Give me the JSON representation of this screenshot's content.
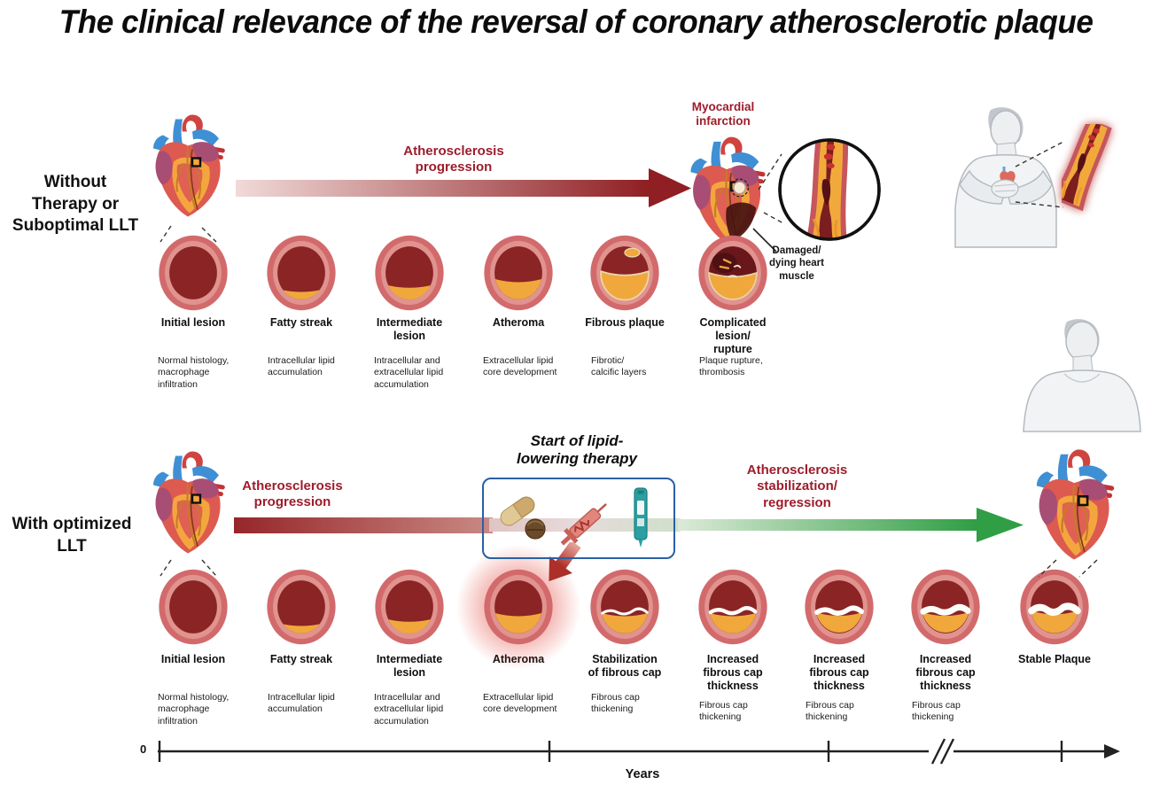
{
  "title": "The clinical relevance of the reversal of coronary atherosclerotic plaque",
  "colors": {
    "dark_red_text": "#9e1c2b",
    "progression_red": "#8f1f23",
    "regression_green": "#2f9e44",
    "therapy_box_blue": "#2a5fa5",
    "vessel_wall": "#d26a6c",
    "lipid_yellow": "#f0a83c",
    "lumen_red": "#8a2425"
  },
  "without_llt": {
    "row_label": "Without\nTherapy or\nSuboptimal LLT",
    "arrow_label": "Atherosclerosis\nprogression",
    "outcome_label": "Myocardial\ninfarction",
    "outcome_note": "Damaged/\ndying heart\nmuscle",
    "stages": [
      {
        "name": "Initial lesion",
        "desc": "Normal histology, macrophage infiltration",
        "vessel": "initial"
      },
      {
        "name": "Fatty streak",
        "desc": "Intracellular lipid accumulation",
        "vessel": "fatty"
      },
      {
        "name": "Intermediate\nlesion",
        "desc": "Intracellular and extracellular lipid accumulation",
        "vessel": "intermediate"
      },
      {
        "name": "Atheroma",
        "desc": "Extracellular lipid core development",
        "vessel": "atheroma"
      },
      {
        "name": "Fibrous plaque",
        "desc": "Fibrotic/\ncalcific layers",
        "vessel": "fibrous"
      },
      {
        "name": "Complicated\nlesion/\nrupture",
        "desc": "Plaque rupture,\nthrombosis",
        "vessel": "complicated"
      }
    ]
  },
  "with_llt": {
    "row_label": "With optimized\nLLT",
    "arrow_label_progression": "Atherosclerosis\nprogression",
    "therapy_label": "Start of lipid-\nlowering therapy",
    "arrow_label_regression": "Atherosclerosis\nstabilization/\nregression",
    "therapy_icons": [
      "capsule",
      "tablet",
      "syringe",
      "injection-pen"
    ],
    "stages": [
      {
        "name": "Initial lesion",
        "desc": "Normal histology, macrophage infiltration",
        "vessel": "initial",
        "glow": "false"
      },
      {
        "name": "Fatty streak",
        "desc": "Intracellular lipid accumulation",
        "vessel": "fatty",
        "glow": "false"
      },
      {
        "name": "Intermediate\nlesion",
        "desc": "Intracellular and extracellular lipid accumulation",
        "vessel": "intermediate",
        "glow": "false"
      },
      {
        "name": "Atheroma",
        "desc": "Extracellular lipid core development",
        "vessel": "atheroma",
        "glow": "true"
      },
      {
        "name": "Stabilization\nof fibrous cap",
        "desc": "Fibrous cap thickening",
        "vessel": "cap1",
        "glow": "false"
      },
      {
        "name": "Increased\nfibrous cap\nthickness",
        "desc": "Fibrous cap thickening",
        "vessel": "cap2",
        "glow": "false"
      },
      {
        "name": "Increased\nfibrous cap\nthickness",
        "desc": "Fibrous cap thickening",
        "vessel": "cap3",
        "glow": "false"
      },
      {
        "name": "Increased\nfibrous cap\nthickness",
        "desc": "Fibrous cap thickening",
        "vessel": "cap4",
        "glow": "false"
      },
      {
        "name": "Stable Plaque",
        "desc": "",
        "vessel": "stable",
        "glow": "false"
      }
    ]
  },
  "axis": {
    "origin": "0",
    "label": "Years"
  }
}
